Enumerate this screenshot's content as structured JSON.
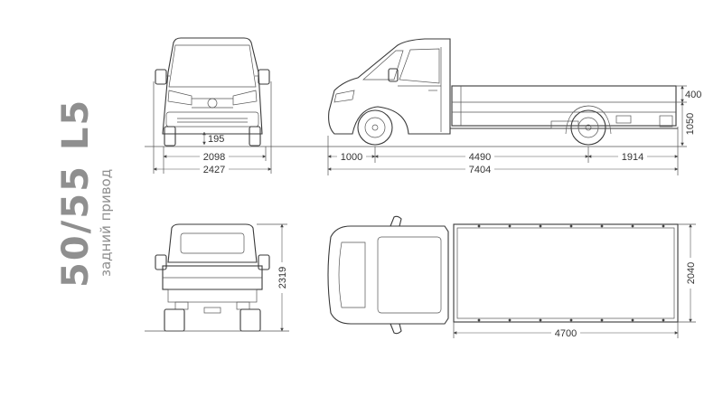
{
  "title": {
    "model": "50/55 L5",
    "drive": "задний привод"
  },
  "front_view": {
    "ground_clearance": "195",
    "track_width": "2098",
    "overall_width": "2427"
  },
  "side_view": {
    "front_overhang": "1000",
    "wheelbase": "4490",
    "rear_overhang": "1914",
    "overall_length": "7404",
    "sideboard_height": "400",
    "loading_height": "1050"
  },
  "rear_view": {
    "overall_height": "2319"
  },
  "top_view": {
    "platform_width": "2040",
    "platform_length": "4700"
  }
}
